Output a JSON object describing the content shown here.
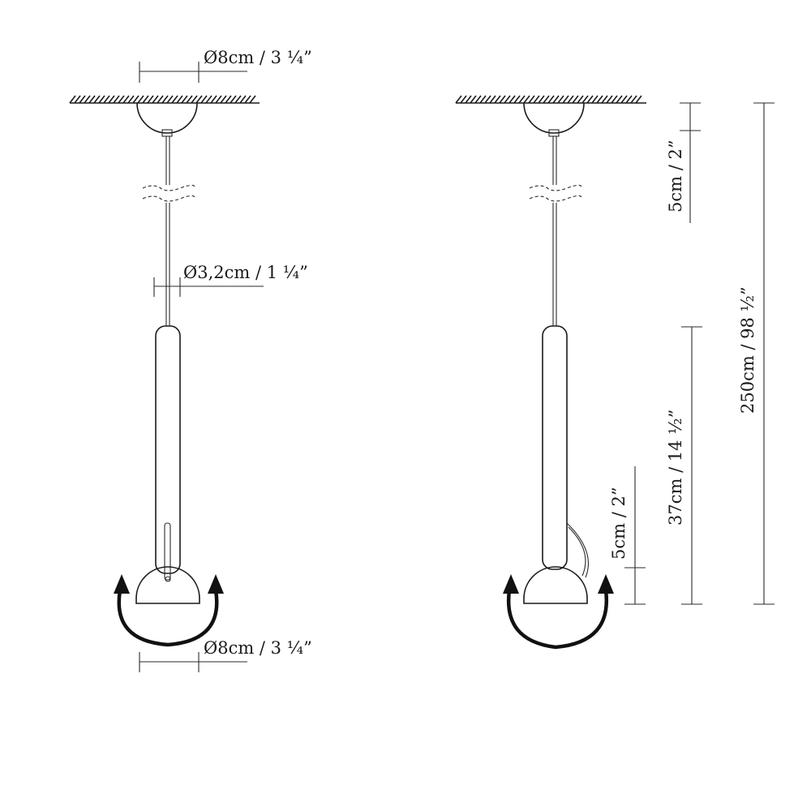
{
  "front_view": {
    "canopy_diameter": "Ø8cm / 3 ¼”",
    "tube_diameter": "Ø3,2cm / 1 ¼”",
    "shade_diameter": "Ø8cm / 3 ¼”"
  },
  "side_view": {
    "canopy_height": "5cm / 2”",
    "total_height": "250cm / 98 ½”",
    "body_height": "37cm / 14 ½”",
    "shade_height": "5cm / 2”"
  }
}
